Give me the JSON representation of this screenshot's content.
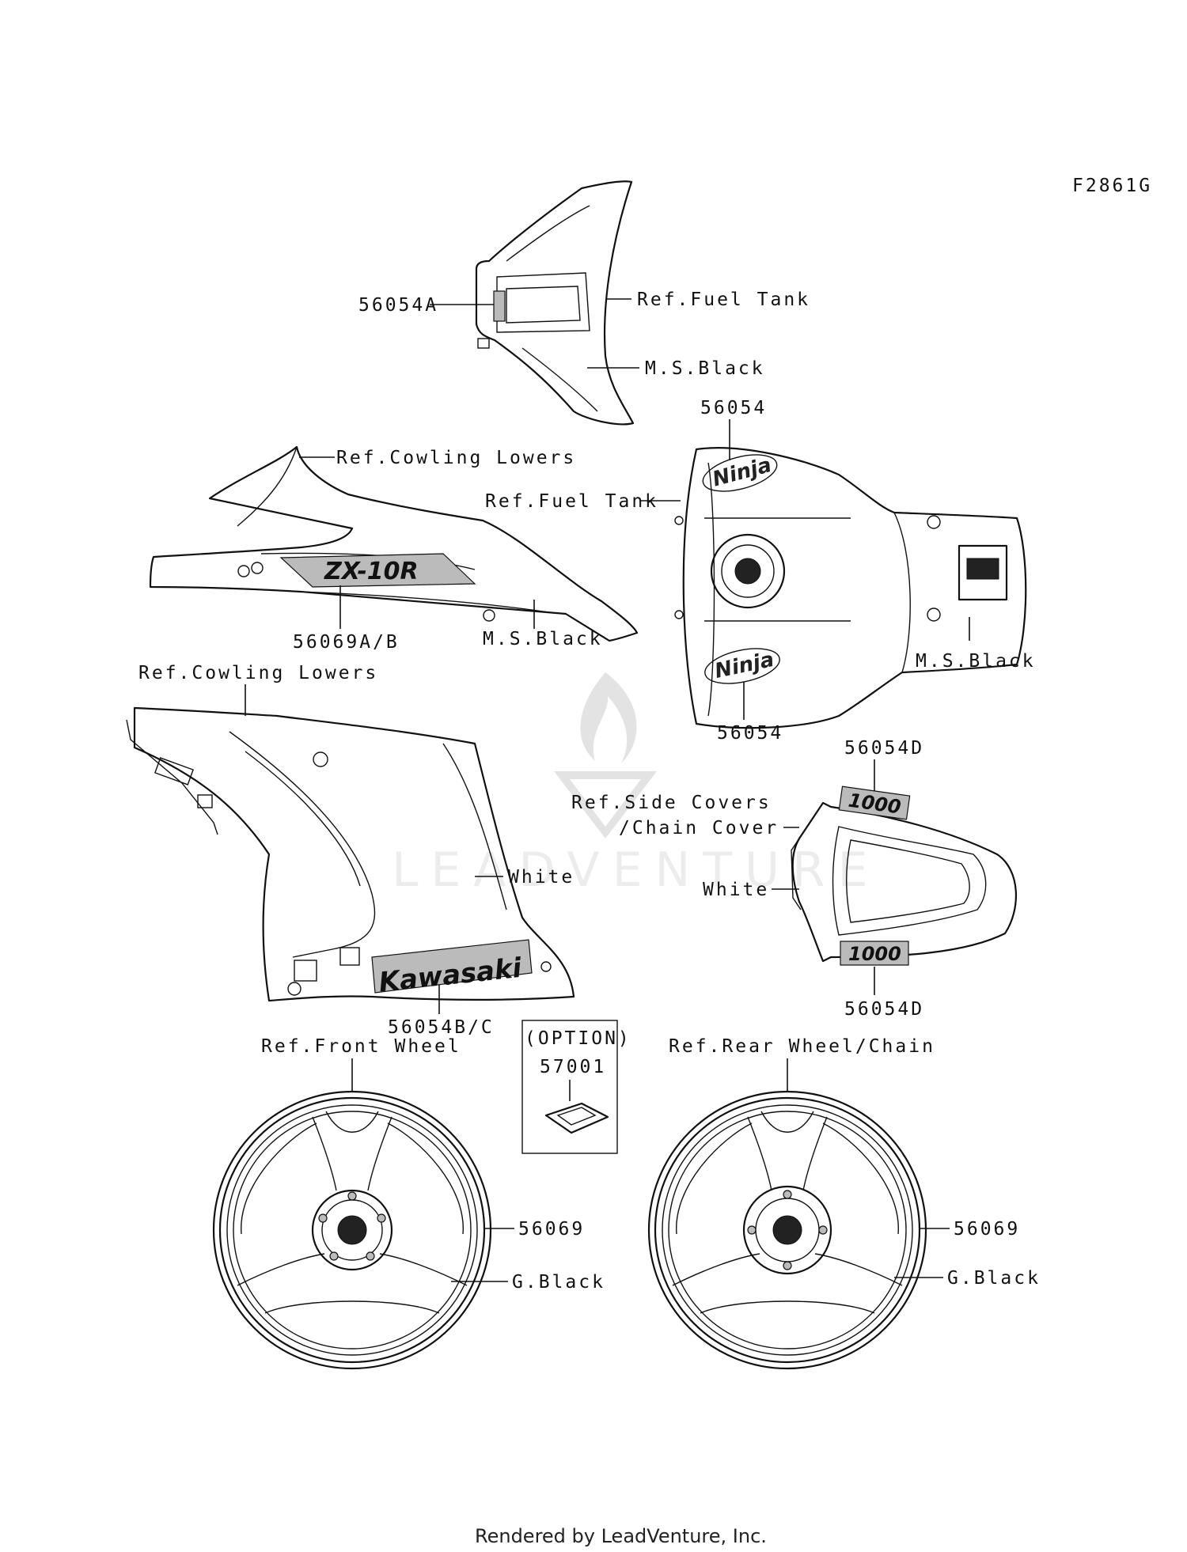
{
  "figure_code": "F2861G",
  "labels": {
    "upper_part": "56054A",
    "upper_ref": "Ref.Fuel Tank",
    "upper_color": "M.S.Black",
    "tank_top_part": "56054",
    "tank_ref": "Ref.Fuel Tank",
    "tank_bottom_part": "56054",
    "tank_color": "M.S.Black",
    "lower_cowl_ref": "Ref.Cowling Lowers",
    "lower_cowl_part": "56069A/B",
    "lower_cowl_color": "M.S.Black",
    "side_cowl_ref": "Ref.Cowling Lowers",
    "side_cowl_color": "White",
    "side_cowl_part": "56054B/C",
    "seat_top_part": "56054D",
    "seat_ref_line1": "Ref.Side Covers",
    "seat_ref_line2": "/Chain Cover",
    "seat_color": "White",
    "seat_bottom_part": "56054D",
    "option_title": "(OPTION)",
    "option_part": "57001",
    "front_wheel_ref": "Ref.Front Wheel",
    "front_wheel_part": "56069",
    "front_wheel_color": "G.Black",
    "rear_wheel_ref": "Ref.Rear Wheel/Chain",
    "rear_wheel_part": "56069",
    "rear_wheel_color": "G.Black"
  },
  "decals": {
    "zx10r": "ZX-10R",
    "ninja_top": "Ninja",
    "ninja_bottom": "Ninja",
    "kawasaki": "Kawasaki",
    "emblem_top": "1000",
    "emblem_bottom": "1000"
  },
  "watermark": "LEADVENTURE",
  "footer": "Rendered by LeadVenture, Inc."
}
